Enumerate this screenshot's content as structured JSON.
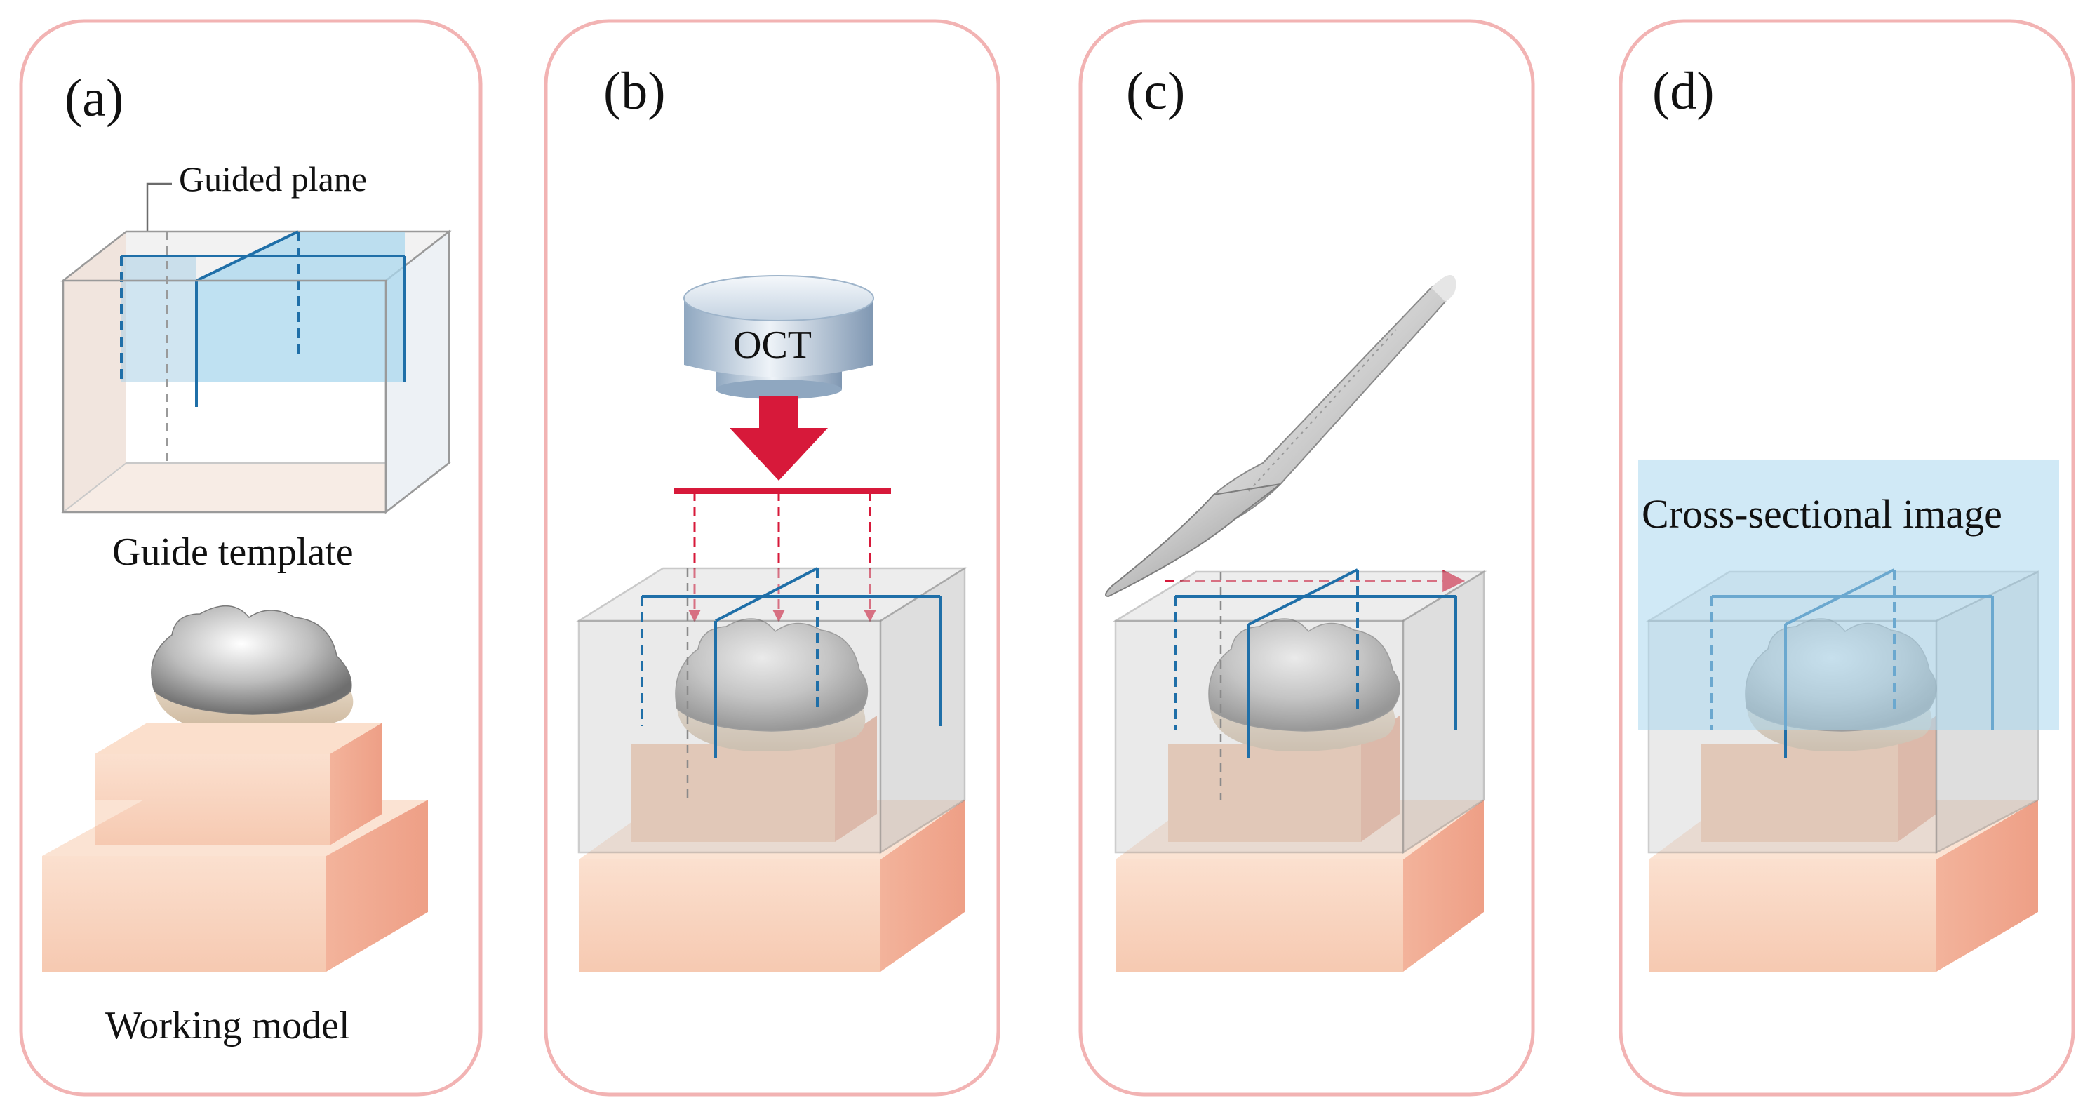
{
  "panels": [
    {
      "label": "(a)",
      "annotations": {
        "guided_plane": "Guided plane",
        "guide_template": "Guide template",
        "working_model": "Working model"
      }
    },
    {
      "label": "(b)",
      "device": "OCT"
    },
    {
      "label": "(c)"
    },
    {
      "label": "(d)",
      "overlay": "Cross-sectional image"
    }
  ],
  "colors": {
    "panel_border": "#f2b3b3",
    "guide_line": "#1f6fa8",
    "beam_red": "#d7193a",
    "block_face": "#f8d2bd",
    "block_side": "#f2ab92",
    "glass": "#d9d9d9",
    "plane_blue": "#a9d7ee"
  },
  "icons": [
    "oct-probe-icon",
    "scalpel-icon",
    "tooth-crown-icon",
    "arrow-down-icon"
  ]
}
